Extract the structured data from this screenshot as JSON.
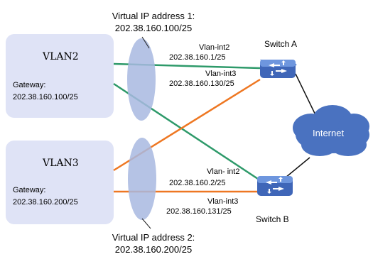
{
  "vip1": {
    "line1": "Virtual IP address 1:",
    "line2": "202.38.160.100/25"
  },
  "vip2": {
    "line1": "Virtual IP address 2:",
    "line2": "202.38.160.200/25"
  },
  "vlan2": {
    "title": "VLAN2",
    "gateway_label": "Gateway:",
    "gateway_value": "202.38.160.100/25"
  },
  "vlan3": {
    "title": "VLAN3",
    "gateway_label": "Gateway:",
    "gateway_value": "202.38.160.200/25"
  },
  "switch_a": {
    "name": "Switch A",
    "int2_name": "Vlan-int2",
    "int2_ip": "202.38.160.1/25",
    "int3_name": "Vlan-int3",
    "int3_ip": "202.38.160.130/25"
  },
  "switch_b": {
    "name": "Switch B",
    "int2_name": "Vlan- int2",
    "int2_ip": "202.38.160.2/25",
    "int3_name": "Vlan-int3",
    "int3_ip": "202.38.160.131/25"
  },
  "internet": {
    "label": "Internet"
  },
  "colors": {
    "vlan_box": "#dfe3f6",
    "ellipse": "#a8b8e0",
    "green_link": "#2e9a6a",
    "orange_link": "#ee7722",
    "switch": "#3f66b8",
    "cloud": "#4a72c0"
  }
}
